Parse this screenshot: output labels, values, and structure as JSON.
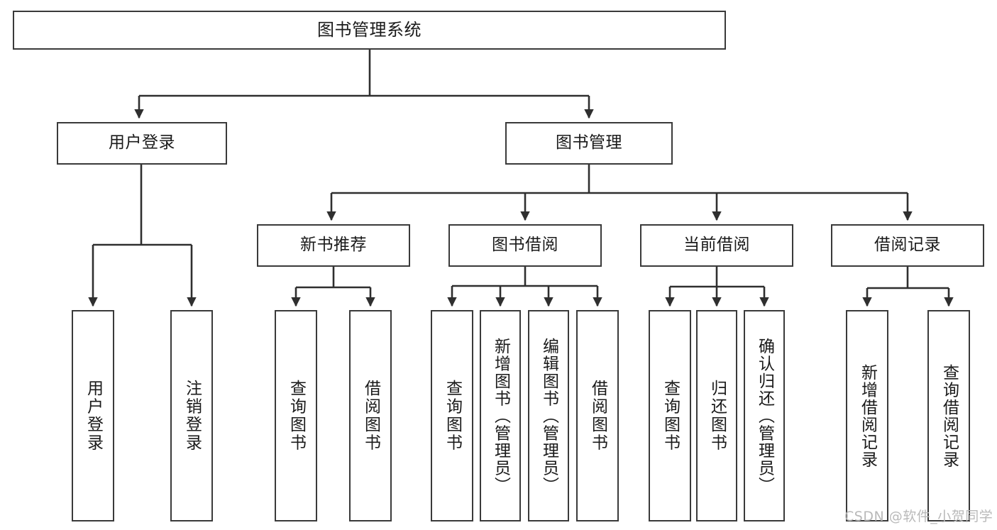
{
  "diagram": {
    "title": "图书管理系统",
    "type": "function-structure-tree",
    "theme": {
      "background": "#ffffff",
      "node_border": "#3a3a3a",
      "node_fill": "#ffffff",
      "edge": "#2f2f2f",
      "text": "#1a1a1a",
      "watermark": "#b9b9b9"
    },
    "root": {
      "id": "root",
      "label": "图书管理系统"
    },
    "level1": [
      {
        "id": "user-login",
        "label": "用户登录"
      },
      {
        "id": "book-manage",
        "label": "图书管理"
      }
    ],
    "level2": [
      {
        "id": "new-book-rec",
        "label": "新书推荐",
        "parent": "book-manage"
      },
      {
        "id": "book-borrow",
        "label": "图书借阅",
        "parent": "book-manage"
      },
      {
        "id": "current-borrow",
        "label": "当前借阅",
        "parent": "book-manage"
      },
      {
        "id": "borrow-record",
        "label": "借阅记录",
        "parent": "book-manage"
      }
    ],
    "leaves": [
      {
        "id": "leaf-user-login",
        "label": "用户登录",
        "parent": "user-login"
      },
      {
        "id": "leaf-logout-login",
        "label": "注销登录",
        "parent": "user-login"
      },
      {
        "id": "leaf-query-book-1",
        "label": "查询图书",
        "parent": "new-book-rec"
      },
      {
        "id": "leaf-borrow-book-1",
        "label": "借阅图书",
        "parent": "new-book-rec"
      },
      {
        "id": "leaf-query-book-2",
        "label": "查询图书",
        "parent": "book-borrow"
      },
      {
        "id": "leaf-add-book",
        "label": "新增图书（管理员）",
        "parent": "book-borrow"
      },
      {
        "id": "leaf-edit-book",
        "label": "编辑图书（管理员）",
        "parent": "book-borrow"
      },
      {
        "id": "leaf-borrow-book-2",
        "label": "借阅图书",
        "parent": "book-borrow"
      },
      {
        "id": "leaf-query-book-3",
        "label": "查询图书",
        "parent": "current-borrow"
      },
      {
        "id": "leaf-return-book",
        "label": "归还图书",
        "parent": "current-borrow"
      },
      {
        "id": "leaf-confirm-return",
        "label": "确认归还（管理员）",
        "parent": "current-borrow"
      },
      {
        "id": "leaf-add-record",
        "label": "新增借阅记录",
        "parent": "borrow-record"
      },
      {
        "id": "leaf-query-record",
        "label": "查询借阅记录",
        "parent": "borrow-record"
      }
    ],
    "watermark": "CSDN @软件_小贺同学"
  }
}
